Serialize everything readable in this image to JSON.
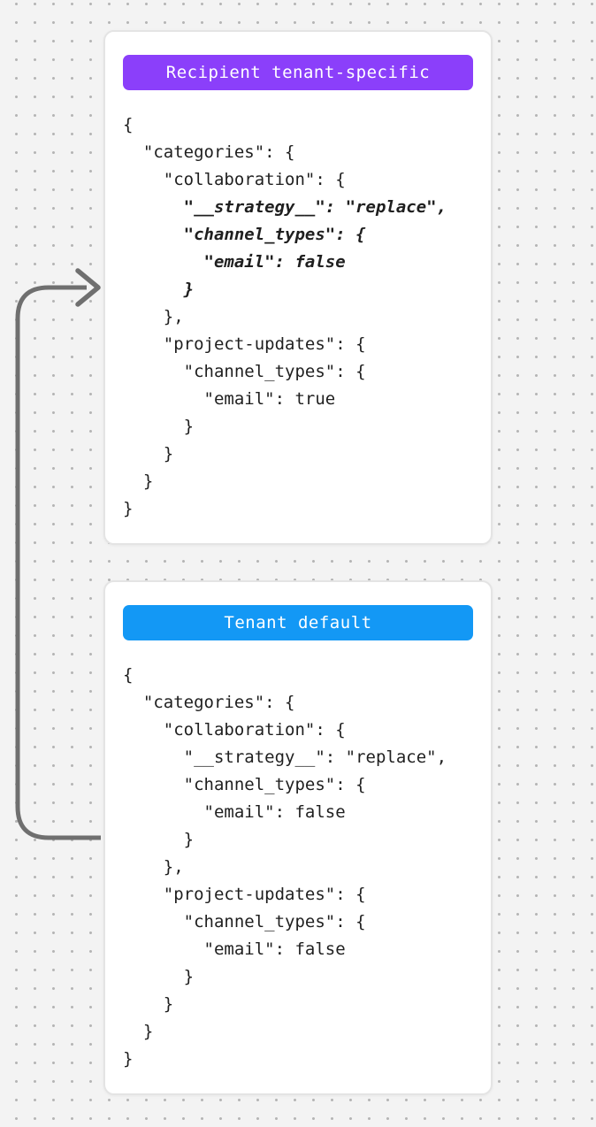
{
  "canvas": {
    "background_color": "#f3f3f3",
    "dot_color": "#b5b5b5"
  },
  "arrow": {
    "color": "#6f6f6f"
  },
  "cards": [
    {
      "badge": {
        "label": "Recipient tenant-specific",
        "color": "#8b3ffa"
      },
      "code_lines": [
        {
          "text": "{",
          "emphasized": false
        },
        {
          "text": "  \"categories\": {",
          "emphasized": false
        },
        {
          "text": "    \"collaboration\": {",
          "emphasized": false
        },
        {
          "text": "      \"__strategy__\": \"replace\",",
          "emphasized": true
        },
        {
          "text": "      \"channel_types\": {",
          "emphasized": true
        },
        {
          "text": "        \"email\": false",
          "emphasized": true
        },
        {
          "text": "      }",
          "emphasized": true
        },
        {
          "text": "    },",
          "emphasized": false
        },
        {
          "text": "    \"project-updates\": {",
          "emphasized": false
        },
        {
          "text": "      \"channel_types\": {",
          "emphasized": false
        },
        {
          "text": "        \"email\": true",
          "emphasized": false
        },
        {
          "text": "      }",
          "emphasized": false
        },
        {
          "text": "    }",
          "emphasized": false
        },
        {
          "text": "  }",
          "emphasized": false
        },
        {
          "text": "}",
          "emphasized": false
        }
      ]
    },
    {
      "badge": {
        "label": "Tenant default",
        "color": "#1398f5"
      },
      "code_lines": [
        {
          "text": "{",
          "emphasized": false
        },
        {
          "text": "  \"categories\": {",
          "emphasized": false
        },
        {
          "text": "    \"collaboration\": {",
          "emphasized": false
        },
        {
          "text": "      \"__strategy__\": \"replace\",",
          "emphasized": false
        },
        {
          "text": "      \"channel_types\": {",
          "emphasized": false
        },
        {
          "text": "        \"email\": false",
          "emphasized": false
        },
        {
          "text": "      }",
          "emphasized": false
        },
        {
          "text": "    },",
          "emphasized": false
        },
        {
          "text": "    \"project-updates\": {",
          "emphasized": false
        },
        {
          "text": "      \"channel_types\": {",
          "emphasized": false
        },
        {
          "text": "        \"email\": false",
          "emphasized": false
        },
        {
          "text": "      }",
          "emphasized": false
        },
        {
          "text": "    }",
          "emphasized": false
        },
        {
          "text": "  }",
          "emphasized": false
        },
        {
          "text": "}",
          "emphasized": false
        }
      ]
    }
  ]
}
